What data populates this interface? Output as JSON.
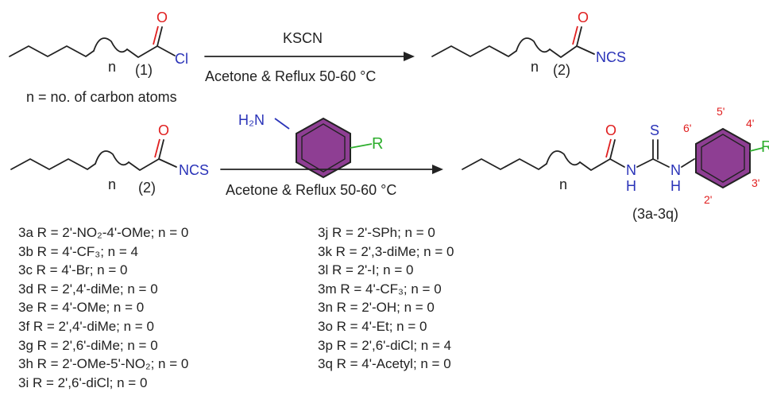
{
  "reaction1": {
    "reagent": "KSCN",
    "conditions": "Acetone & Reflux 50-60 °C",
    "sm_label": "(1)",
    "sm_atom": "Cl",
    "product_label": "(2)",
    "product_atom": "NCS",
    "oxygen": "O",
    "n": "n",
    "note": "n = no. of carbon atoms"
  },
  "reaction2": {
    "sm_label": "(2)",
    "sm_atom": "NCS",
    "reagent_amine": "H₂N",
    "reagent_r": "R",
    "conditions": "Acetone & Reflux 50-60 °C",
    "product_label": "(3a-3q)",
    "oxygen": "O",
    "sulfur": "S",
    "nh": "N",
    "h": "H",
    "r": "R",
    "n": "n",
    "positions": [
      "2'",
      "3'",
      "4'",
      "5'",
      "6'"
    ]
  },
  "compounds_left": [
    "3a R = 2'-NO₂-4'-OMe; n = 0",
    "3b R = 4'-CF₃; n = 4",
    "3c R = 4'-Br; n = 0",
    "3d R = 2',4'-diMe; n = 0",
    "3e R = 4'-OMe; n = 0",
    "3f R = 2',4'-diMe; n = 0",
    "3g R = 2',6'-diMe; n = 0",
    "3h R = 2'-OMe-5'-NO₂; n = 0",
    "3i R = 2',6'-diCl; n = 0"
  ],
  "compounds_right": [
    "3j R = 2'-SPh; n = 0",
    "3k R = 2',3-diMe; n = 0",
    "3l R = 2'-I; n = 0",
    "3m R = 4'-CF₃; n = 0",
    "3n R = 2'-OH; n = 0",
    "3o R = 4'-Et; n = 0",
    "3p R = 2',6'-diCl; n = 4",
    "3q R = 4'-Acetyl; n = 0"
  ],
  "colors": {
    "oxygen": "#e02020",
    "nitrogen": "#2a33b8",
    "r_group": "#2eae2e",
    "ring_fill": "#8e3e93"
  }
}
